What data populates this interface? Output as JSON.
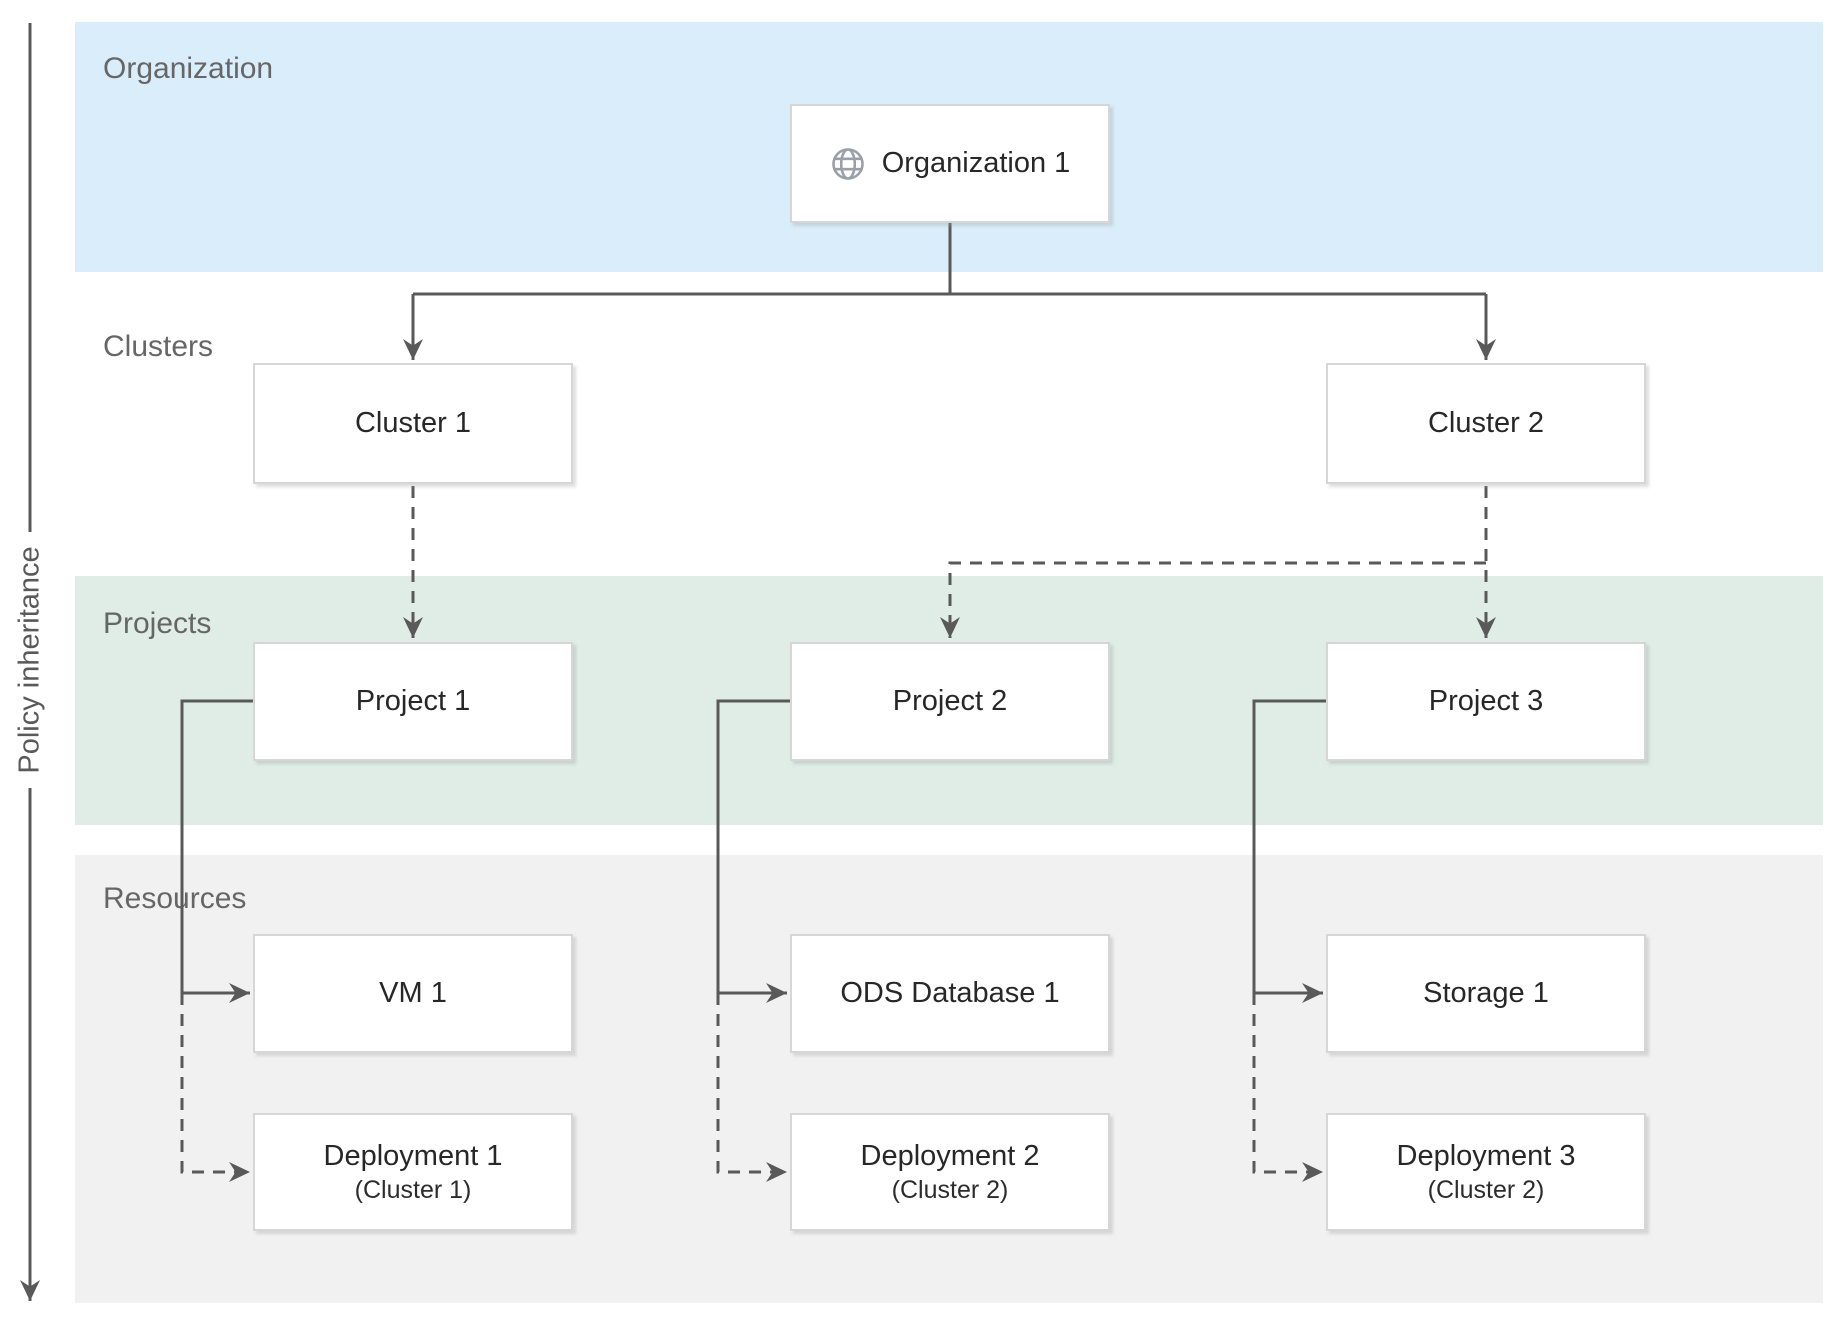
{
  "axis": {
    "label": "Policy inheritance"
  },
  "bands": {
    "organization": {
      "label": "Organization",
      "color": "#d9edfa"
    },
    "clusters": {
      "label": "Clusters",
      "color": "#ffffff"
    },
    "projects": {
      "label": "Projects",
      "color": "#dfede6"
    },
    "resources": {
      "label": "Resources",
      "color": "#f1f1f1"
    }
  },
  "nodes": {
    "organization1": {
      "label": "Organization 1",
      "icon": "globe-icon"
    },
    "cluster1": {
      "label": "Cluster 1"
    },
    "cluster2": {
      "label": "Cluster 2"
    },
    "project1": {
      "label": "Project 1"
    },
    "project2": {
      "label": "Project 2"
    },
    "project3": {
      "label": "Project 3"
    },
    "vm1": {
      "label": "VM 1"
    },
    "ods_database1": {
      "label": "ODS Database 1"
    },
    "storage1": {
      "label": "Storage 1"
    },
    "deployment1": {
      "label": "Deployment 1",
      "sublabel": "(Cluster 1)"
    },
    "deployment2": {
      "label": "Deployment 2",
      "sublabel": "(Cluster 2)"
    },
    "deployment3": {
      "label": "Deployment 3",
      "sublabel": "(Cluster 2)"
    }
  },
  "edges": [
    {
      "from": "organization1",
      "to": "cluster1",
      "style": "solid"
    },
    {
      "from": "organization1",
      "to": "cluster2",
      "style": "solid"
    },
    {
      "from": "cluster1",
      "to": "project1",
      "style": "dashed"
    },
    {
      "from": "cluster2",
      "to": "project2",
      "style": "dashed"
    },
    {
      "from": "cluster2",
      "to": "project3",
      "style": "dashed"
    },
    {
      "from": "project1",
      "to": "vm1",
      "style": "solid"
    },
    {
      "from": "project1",
      "to": "deployment1",
      "style": "dashed"
    },
    {
      "from": "project2",
      "to": "ods_database1",
      "style": "solid"
    },
    {
      "from": "project2",
      "to": "deployment2",
      "style": "dashed"
    },
    {
      "from": "project3",
      "to": "storage1",
      "style": "solid"
    },
    {
      "from": "project3",
      "to": "deployment3",
      "style": "dashed"
    }
  ],
  "colors": {
    "connector": "#595959",
    "box_border": "#d6d6d6",
    "band_label_text": "#666666",
    "node_text": "#272727",
    "globe_icon": "#98a0a8"
  }
}
